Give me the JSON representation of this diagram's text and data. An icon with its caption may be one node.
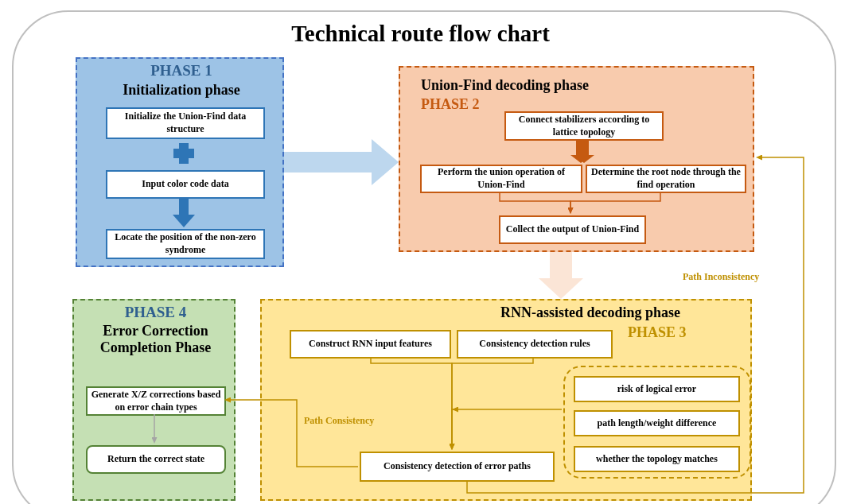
{
  "diagram": {
    "title": "Technical route flow chart",
    "nodes": [
      {
        "text": [
          "PHASE 1",
          "Initialization phase"
        ]
      },
      {
        "text": [
          "Initialize the Union-Find data structure"
        ],
        "in": 0
      },
      {
        "text": [
          "Input color code data"
        ],
        "in": 0
      },
      {
        "text": [
          "Locate the position of the non-zero syndrome"
        ],
        "in": 0
      },
      {
        "text": [
          "Union-Find decoding phase",
          "PHASE 2"
        ]
      },
      {
        "text": [
          "Connect stabilizers according to lattice topology"
        ],
        "in": 4
      },
      {
        "text": [
          "Perform the union operation of Union-Find"
        ],
        "in": 4
      },
      {
        "text": [
          "Determine the root node through the find operation"
        ],
        "in": 4
      },
      {
        "text": [
          "Collect the output of Union-Find"
        ],
        "in": 4
      },
      {
        "text": [
          "PHASE 4",
          "Error Correction Completion Phase"
        ]
      },
      {
        "text": [
          "Generate X/Z corrections based on error chain types"
        ],
        "in": 9
      },
      {
        "text": [
          "Return the correct state"
        ],
        "in": 9
      },
      {
        "text": [
          "RNN-assisted decoding phase",
          "PHASE 3"
        ]
      },
      {
        "text": [
          "Construct RNN input features"
        ],
        "in": 12
      },
      {
        "text": [
          "Consistency detection rules"
        ],
        "in": 12
      },
      {
        "text": [],
        "shape": "box",
        "in": 12
      },
      {
        "text": [
          "risk of logical error"
        ],
        "in": 15
      },
      {
        "text": [
          "path length/weight difference"
        ],
        "in": 15
      },
      {
        "text": [
          "whether the topology matches"
        ],
        "in": 15
      },
      {
        "text": [
          "Consistency detection of error paths"
        ],
        "in": 12
      }
    ],
    "edges": [
      {
        "from": 2,
        "to": 3,
        "arrow": "to",
        "style": "thick",
        "color": "#2e75b6"
      },
      {
        "from": 0,
        "to": 4,
        "arrow": "to",
        "style": "thick",
        "color": "#bdd7ee"
      },
      {
        "from": 4,
        "to": 12,
        "arrow": "to",
        "style": "thick",
        "color": "#fbe5d6"
      },
      {
        "from": 5,
        "to": 6,
        "arrow": "to",
        "style": "thick",
        "color": "#c55a11"
      },
      {
        "from": 5,
        "to": 7,
        "arrow": "to",
        "style": "thick",
        "color": "#c55a11"
      },
      {
        "from": 6,
        "to": 8,
        "arrow": "to",
        "color": "#c55a11"
      },
      {
        "from": 7,
        "to": 8,
        "arrow": "to",
        "color": "#c55a11"
      },
      {
        "from": 13,
        "to": 19,
        "arrow": "to"
      },
      {
        "from": 14,
        "to": 19,
        "arrow": "to"
      },
      {
        "from": 15,
        "to": 19,
        "arrow": "to"
      },
      {
        "from": 19,
        "to": 10,
        "arrow": "to",
        "label": "Path Consistency"
      },
      {
        "from": 19,
        "to": 4,
        "arrow": "to",
        "label": "Path Inconsistency"
      },
      {
        "from": 10,
        "to": 11,
        "arrow": "to",
        "color": "#a5a5a5"
      }
    ]
  }
}
